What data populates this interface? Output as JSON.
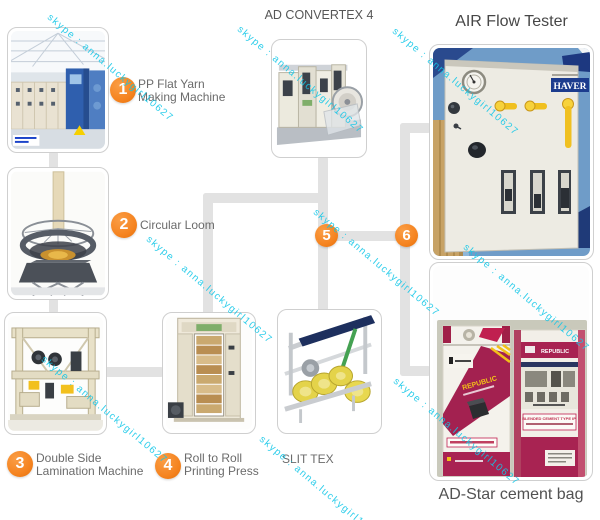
{
  "watermark": {
    "text": "skype : anna.luckygirl10627",
    "color": "#12c7e8"
  },
  "steps": [
    {
      "num": "1",
      "line1": "PP Flat Yarn",
      "line2": "Making Machine"
    },
    {
      "num": "2",
      "line1": "Circular Loom",
      "line2": ""
    },
    {
      "num": "3",
      "line1": "Double Side",
      "line2": "Lamination Machine"
    },
    {
      "num": "4",
      "line1": "Roll to Roll",
      "line2": "Printing Press"
    },
    {
      "num": "5"
    },
    {
      "num": "6"
    }
  ],
  "titles": {
    "ad_convertex": "AD CONVERTEX 4",
    "air_flow_tester": "AIR Flow Tester",
    "slit_tex": "SLIT TEX",
    "ad_star": "AD-Star cement bag"
  },
  "photo_texts": {
    "haver_brand": "HAVER",
    "bag_brand_left": "REPUBLIC",
    "bag_brand_right": "REPUBLIC",
    "bag_type_text": "BLENDED CEMENT TYPE IP"
  },
  "colors": {
    "accent_orange": "#f5831f",
    "connector_gray": "#e2e2e2",
    "watermark_cyan": "#12c7e8"
  }
}
